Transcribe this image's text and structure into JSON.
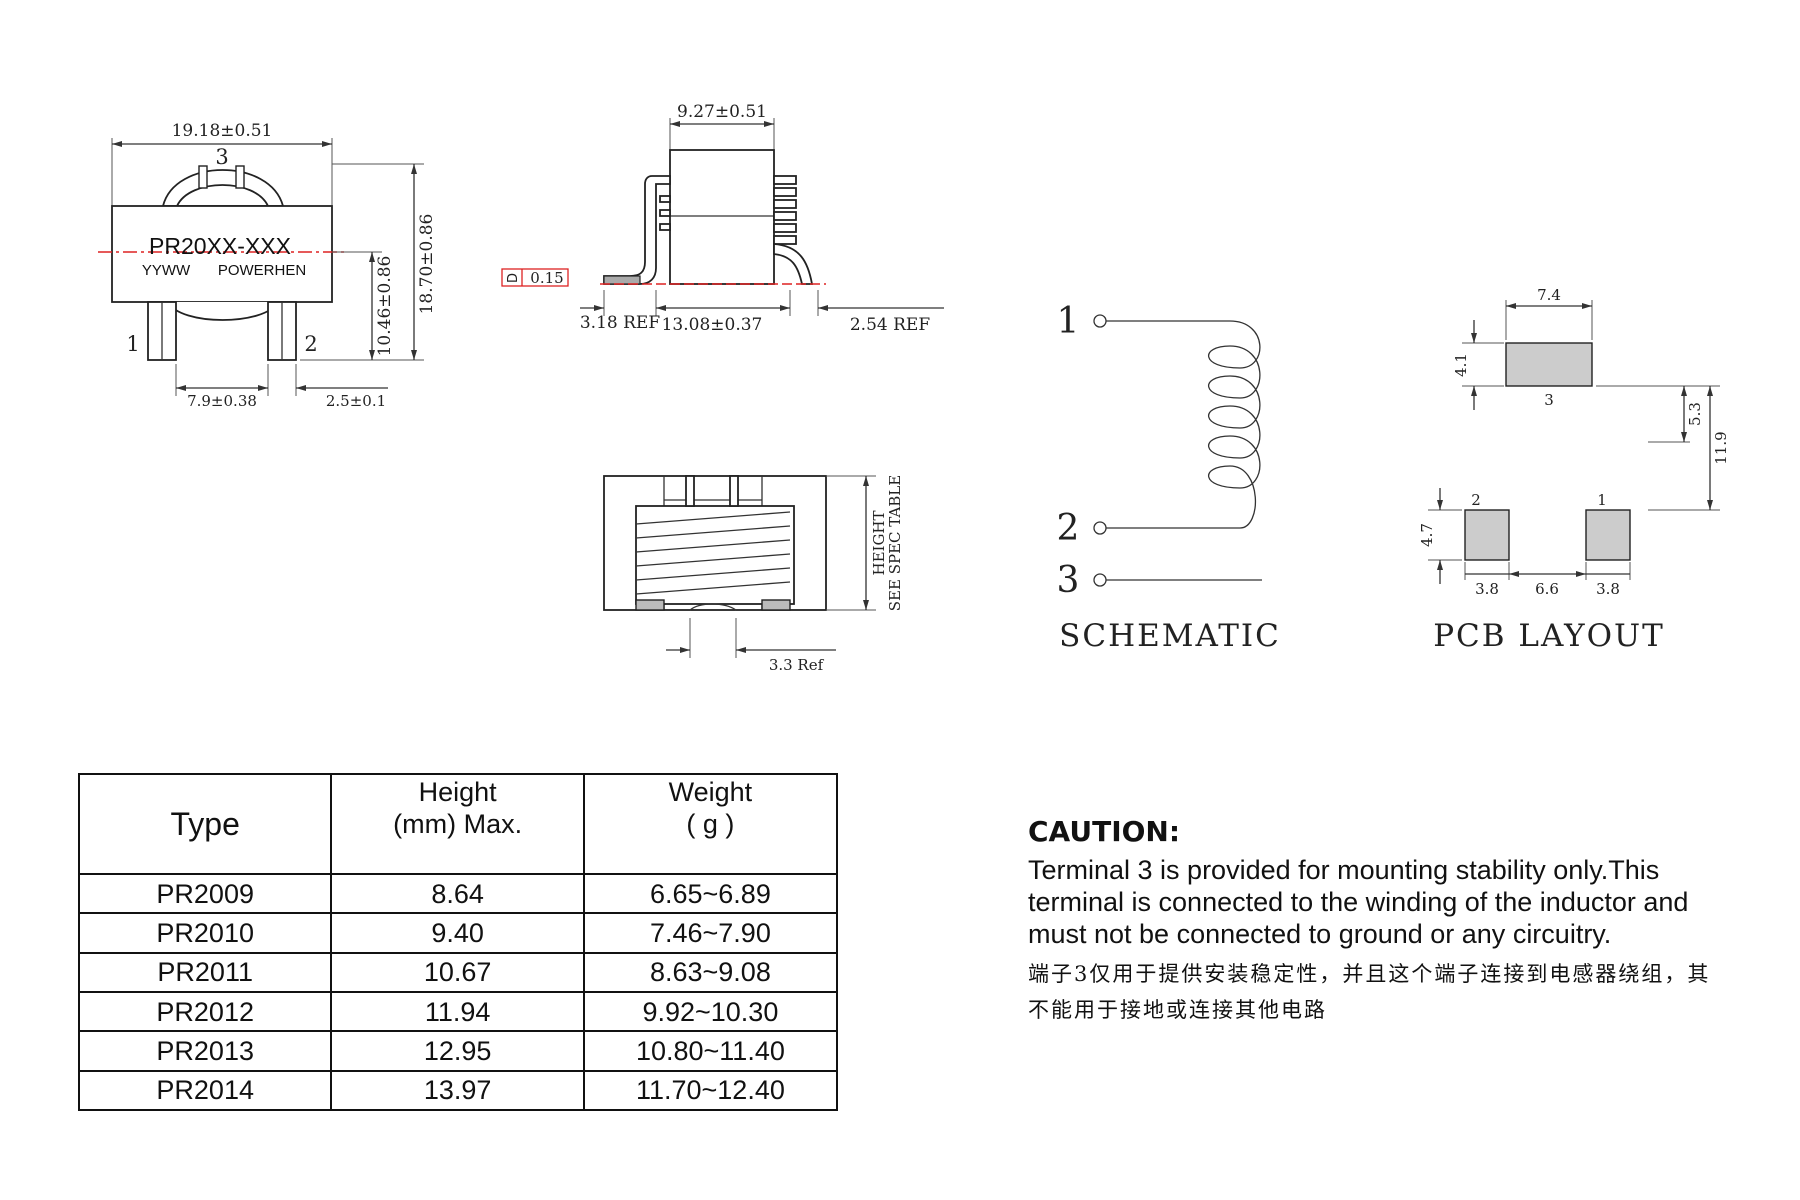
{
  "top_view": {
    "width_dim": "19.18±0.51",
    "height_dim": "18.70±0.86",
    "center_height_dim": "10.46±0.86",
    "pad_spacing_dim": "7.9±0.38",
    "pad_width_dim": "2.5±0.1",
    "pin_top": "3",
    "pin_left": "1",
    "pin_right": "2",
    "marking_line1": "PR20XX-XXX",
    "marking_line2a": "YYWW",
    "marking_line2b": "POWERHEN"
  },
  "side_view": {
    "width_dim": "9.27±0.51",
    "coplanarity_symbol": "D",
    "coplanarity_value": "0.15",
    "left_ref": "3.18 REF",
    "span_dim": "13.08±0.37",
    "right_ref": "2.54 REF"
  },
  "front_view": {
    "height_label": "HEIGHT",
    "height_note": "SEE SPEC TABLE",
    "ref_dim": "3.3 Ref"
  },
  "schematic": {
    "title": "SCHEMATIC",
    "pin1": "1",
    "pin2": "2",
    "pin3": "3"
  },
  "pcb_layout": {
    "title": "PCB LAYOUT",
    "top_pad_width": "7.4",
    "top_pad_height": "4.1",
    "top_pad_label": "3",
    "offset_dim": "5.3",
    "total_dim": "11.9",
    "bottom_pad_height": "4.7",
    "pad2_label": "2",
    "pad1_label": "1",
    "pad_width_left": "3.8",
    "pad_gap": "6.6",
    "pad_width_right": "3.8"
  },
  "spec_table": {
    "headers": {
      "type": "Type",
      "height_line1": "Height",
      "height_line2": "(mm) Max.",
      "weight_line1": "Weight",
      "weight_line2": "( g )"
    },
    "rows": [
      {
        "type": "PR2009",
        "height": "8.64",
        "weight": "6.65~6.89"
      },
      {
        "type": "PR2010",
        "height": "9.40",
        "weight": "7.46~7.90"
      },
      {
        "type": "PR2011",
        "height": "10.67",
        "weight": "8.63~9.08"
      },
      {
        "type": "PR2012",
        "height": "11.94",
        "weight": "9.92~10.30"
      },
      {
        "type": "PR2013",
        "height": "12.95",
        "weight": "10.80~11.40"
      },
      {
        "type": "PR2014",
        "height": "13.97",
        "weight": "11.70~12.40"
      }
    ]
  },
  "caution": {
    "title": "CAUTION:",
    "text_en": "Terminal 3 is provided for mounting stability only.This terminal is connected to the winding of the inductor and must not be connected to ground or any circuitry.",
    "text_zh": "端子3仅用于提供安装稳定性，并且这个端子连接到电感器绕组，其不能用于接地或连接其他电路"
  },
  "colors": {
    "line": "#333333",
    "centerline_red": "#dd2222",
    "pad_fill": "#cccccc"
  }
}
